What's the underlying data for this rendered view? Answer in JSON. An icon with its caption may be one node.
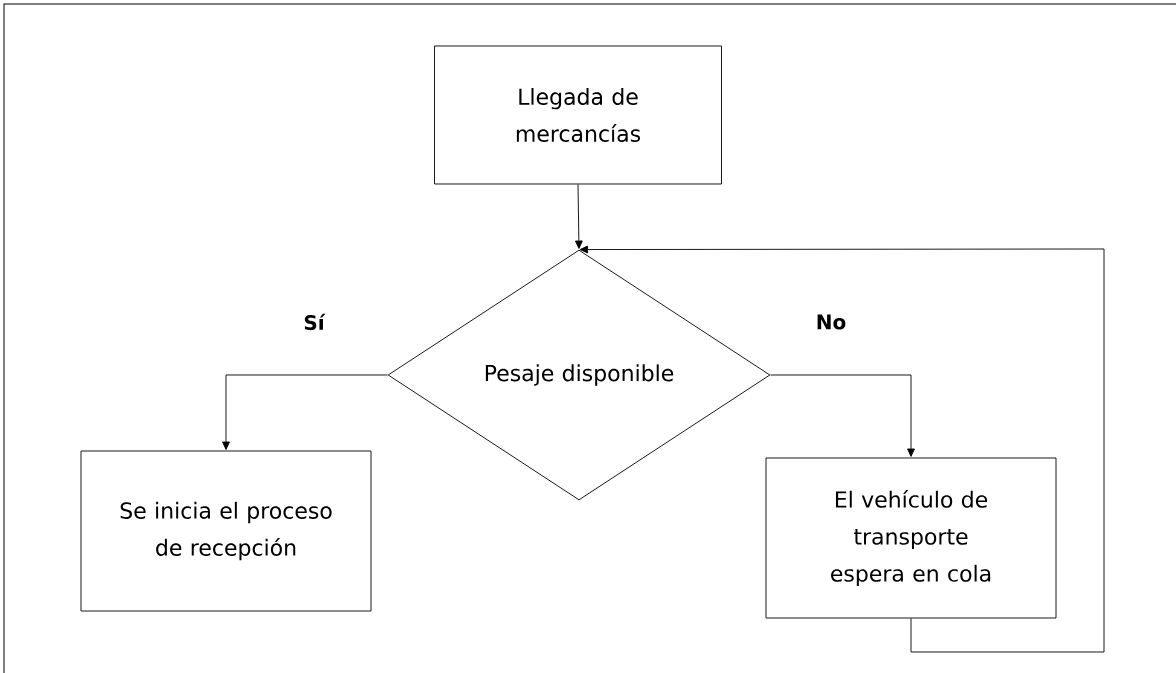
{
  "diagram": {
    "nodes": [
      {
        "text": [
          "Llegada de mercancías"
        ]
      },
      {
        "text": [
          "Pesaje disponible"
        ]
      },
      {
        "text": [
          "Se inicia el proceso de recepción"
        ]
      },
      {
        "text": [
          "El vehículo de transporte espera en cola"
        ]
      }
    ],
    "edges": [
      {
        "from": 0,
        "to": 1,
        "arrow": "to"
      },
      {
        "from": 1,
        "to": 2,
        "arrow": "to",
        "label": "Sí"
      },
      {
        "from": 1,
        "to": 3,
        "arrow": "to",
        "label": "No"
      },
      {
        "from": 3,
        "to": 1,
        "arrow": "to"
      }
    ]
  }
}
